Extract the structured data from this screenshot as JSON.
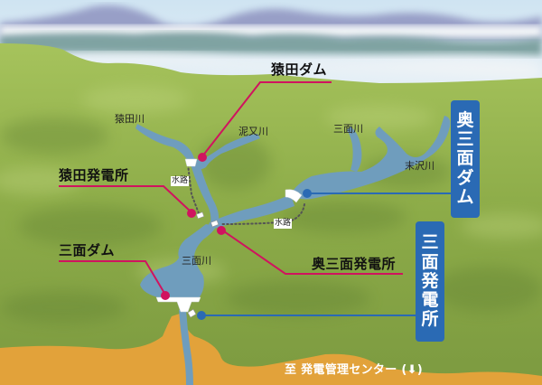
{
  "colors": {
    "sky_top": "#cfe4f2",
    "mountain_far": "#8e93c0",
    "mountain_mid": "#7fa3a2",
    "cloud": "#f2f5f7",
    "hill_light": "#9cbc52",
    "hill_dark": "#6f8f3c",
    "water": "#6f9dbd",
    "lowland": "#e2a23a",
    "callout_magenta": "#d0135f",
    "callout_blue": "#2a6ab4",
    "waterway_dots": "#555555"
  },
  "rivers": [
    {
      "id": "saruta-river",
      "label": "猿田川"
    },
    {
      "id": "doromata-river",
      "label": "泥又川"
    },
    {
      "id": "mitsuomote-river-upper",
      "label": "三面川"
    },
    {
      "id": "suezawa-river",
      "label": "末沢川"
    },
    {
      "id": "mitsuomote-river-lower",
      "label": "三面川"
    }
  ],
  "waterways": [
    {
      "id": "waterway-saruta",
      "label": "水路"
    },
    {
      "id": "waterway-okumiomote",
      "label": "水路"
    }
  ],
  "callouts_magenta": [
    {
      "id": "saruta-dam",
      "label": "猿田ダム"
    },
    {
      "id": "saruta-power-station",
      "label": "猿田発電所"
    },
    {
      "id": "mitsuomote-dam",
      "label": "三面ダム"
    },
    {
      "id": "okumiomote-power-station",
      "label": "奥三面発電所"
    }
  ],
  "callouts_blue": [
    {
      "id": "okumiomote-dam",
      "chars": [
        "奥",
        "三",
        "面",
        "ダ",
        "ム"
      ]
    },
    {
      "id": "mitsuomote-power-station",
      "chars": [
        "三",
        "面",
        "発",
        "電",
        "所"
      ]
    }
  ],
  "destination": {
    "label": "至 発電管理センター (⬇)"
  }
}
